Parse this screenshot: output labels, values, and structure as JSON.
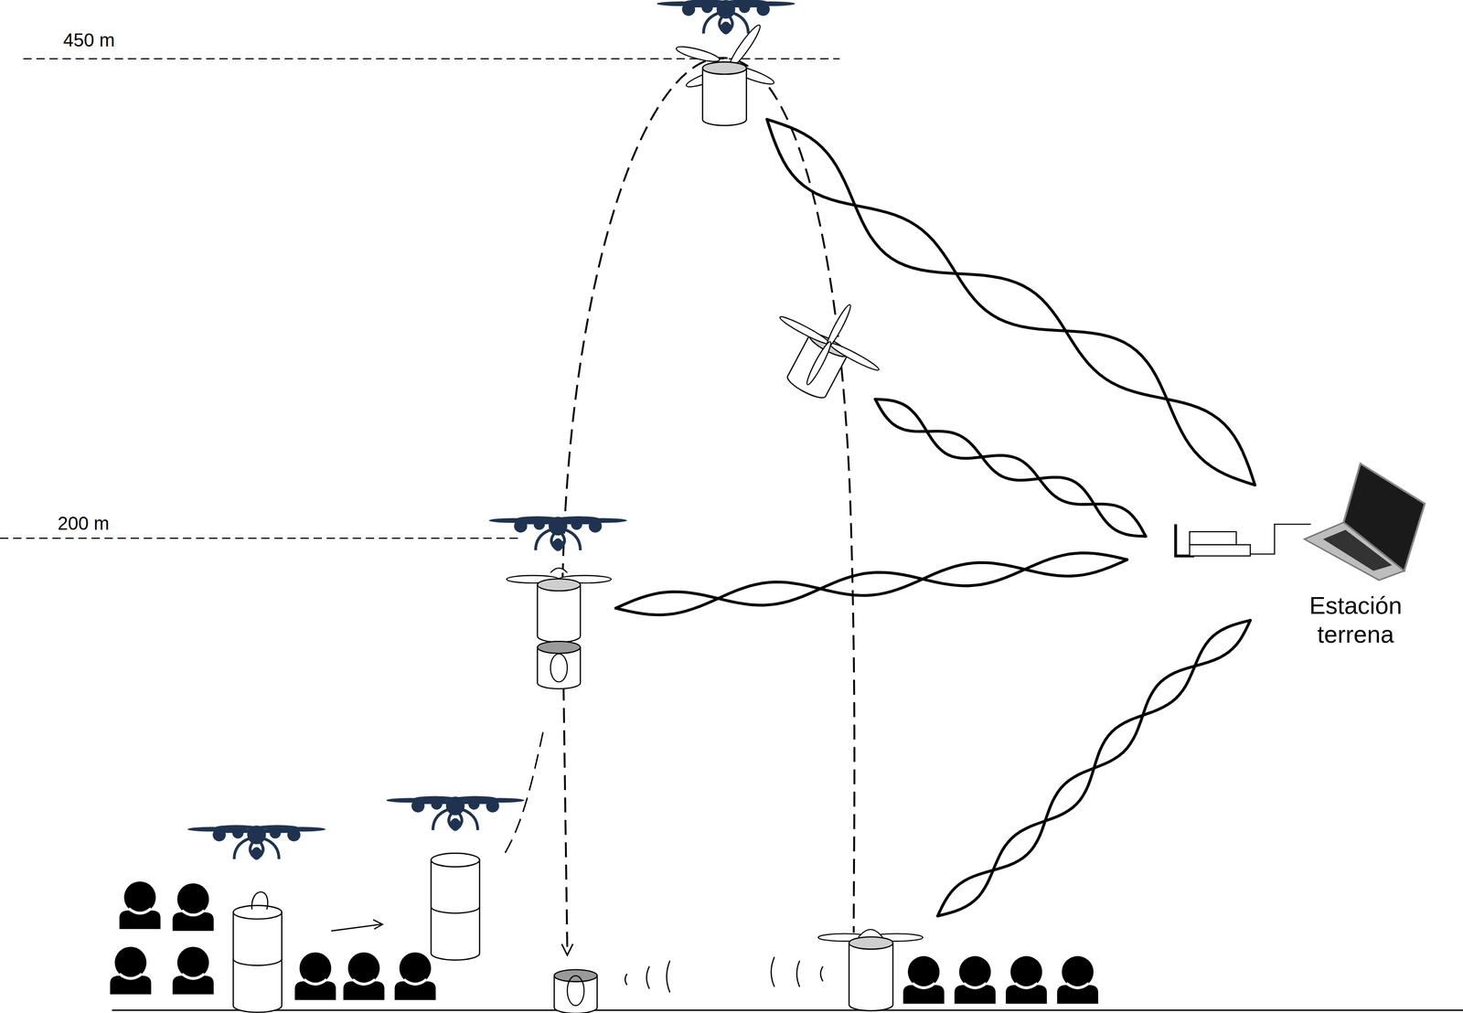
{
  "diagram": {
    "labels": [
      "450 m",
      "200 m",
      "Estación terrena"
    ]
  }
}
